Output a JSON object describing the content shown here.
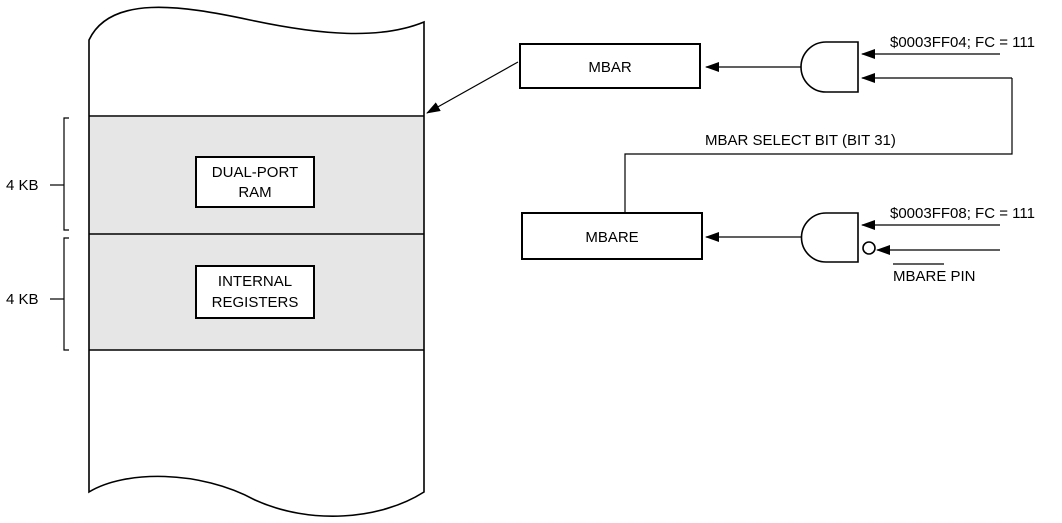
{
  "memory_map": {
    "regions": [
      {
        "size_label": "4 KB",
        "inner_label_line1": "DUAL-PORT",
        "inner_label_line2": "RAM"
      },
      {
        "size_label": "4 KB",
        "inner_label_line1": "INTERNAL",
        "inner_label_line2": "REGISTERS"
      }
    ]
  },
  "registers": {
    "mbar_label": "MBAR",
    "mbare_label": "MBARE"
  },
  "inputs": {
    "mbar_address": "$0003FF04; FC = 111",
    "mbare_address": "$0003FF08; FC = 111",
    "mbare_pin": "MBARE PIN"
  },
  "select_bit_label": "MBAR SELECT BIT (BIT 31)",
  "colors": {
    "shaded_region": "#e6e6e6",
    "stroke": "#000000"
  }
}
